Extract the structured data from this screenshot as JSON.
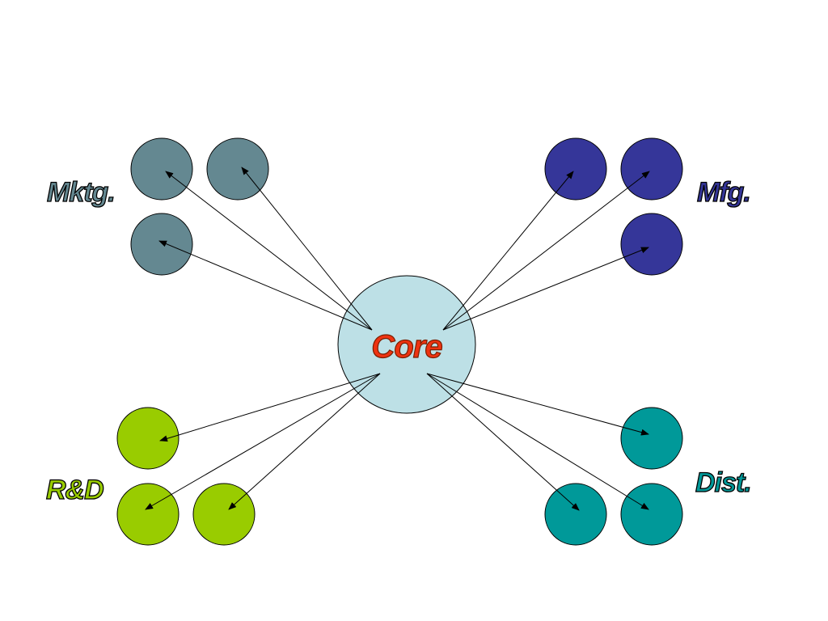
{
  "core": {
    "label": "Core",
    "fill": "#bde0e6",
    "label_color": "#ee3311"
  },
  "groups": [
    {
      "id": "mktg",
      "label": "Mktg.",
      "color": "#648891",
      "node_count": 3
    },
    {
      "id": "mfg",
      "label": "Mfg.",
      "color": "#353699",
      "node_count": 3
    },
    {
      "id": "rnd",
      "label": "R&D",
      "color": "#99cc00",
      "node_count": 3
    },
    {
      "id": "dist",
      "label": "Dist.",
      "color": "#009999",
      "node_count": 3
    }
  ]
}
